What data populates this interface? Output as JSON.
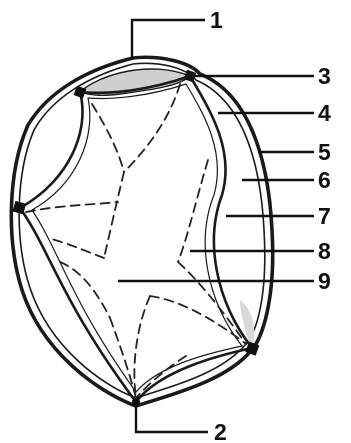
{
  "labels": [
    "1",
    "2",
    "3",
    "4",
    "5",
    "6",
    "7",
    "8",
    "9"
  ],
  "colors": {
    "ink": "#1a1a1a",
    "shade": "#cfcfcf",
    "background": "#ffffff"
  }
}
